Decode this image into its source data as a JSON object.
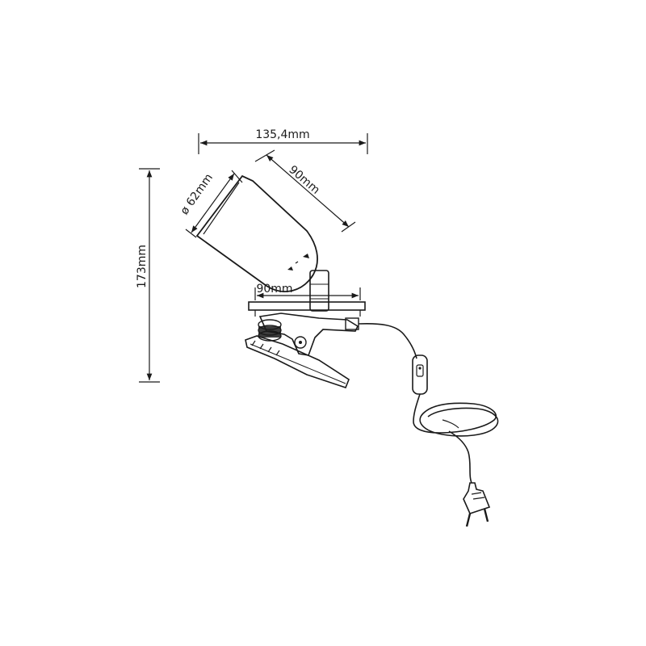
{
  "dimensions": {
    "width": "135,4mm",
    "shade_length": "90mm",
    "shade_diameter": "ø 62mm",
    "base_width": "90mm",
    "height": "173mm"
  },
  "colors": {
    "ink": "#1a1a1a",
    "background": "#ffffff"
  }
}
